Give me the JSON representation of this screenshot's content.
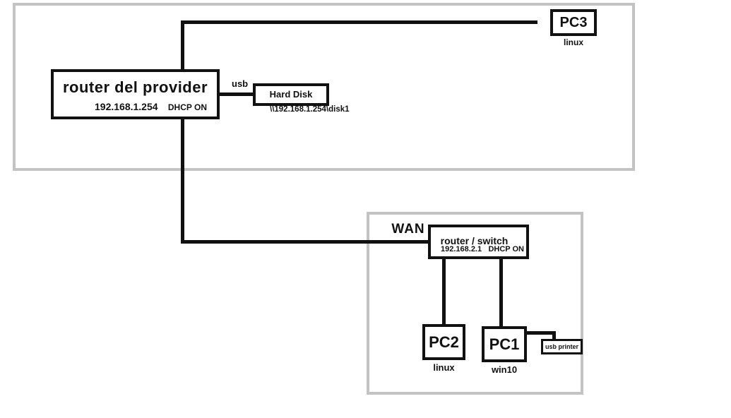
{
  "diagram": {
    "wan_zone_label": "WAN",
    "provider_router": {
      "title": "router del provider",
      "ip": "192.168.1.254",
      "dhcp": "DHCP ON"
    },
    "hard_disk": {
      "title": "Hard Disk",
      "link_label": "usb",
      "share_path": "\\\\192.168.1.254\\disk1"
    },
    "pc3": {
      "title": "PC3",
      "os": "linux"
    },
    "wan_router": {
      "title": "router / switch",
      "ip": "192.168.2.1",
      "dhcp": "DHCP ON"
    },
    "pc2": {
      "title": "PC2",
      "os": "linux"
    },
    "pc1": {
      "title": "PC1",
      "os": "win10"
    },
    "usb_printer": {
      "title": "usb printer"
    },
    "colors": {
      "line": "#111111",
      "zone_border": "#c3c3c3",
      "background": "#ffffff"
    }
  }
}
